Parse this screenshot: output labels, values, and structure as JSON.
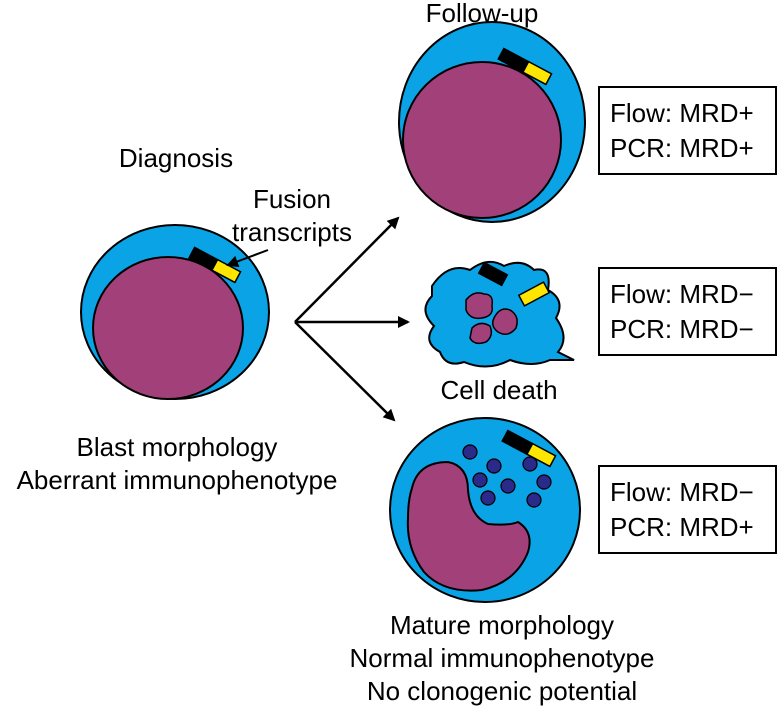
{
  "labels": {
    "follow_up": "Follow-up",
    "diagnosis": "Diagnosis",
    "fusion_line1": "Fusion",
    "fusion_line2": "transcripts",
    "diag_desc_line1": "Blast morphology",
    "diag_desc_line2": "Aberrant immunophenotype",
    "cell_death": "Cell death",
    "mature_line1": "Mature morphology",
    "mature_line2": "Normal immunophenotype",
    "mature_line3": "No clonogenic potential"
  },
  "results": [
    {
      "flow": "Flow: MRD+",
      "pcr": "PCR: MRD+"
    },
    {
      "flow": "Flow: MRD−",
      "pcr": "PCR: MRD−"
    },
    {
      "flow": "Flow: MRD−",
      "pcr": "PCR: MRD+"
    }
  ],
  "colors": {
    "cytoplasm": "#0aa3e6",
    "nucleus": "#a2407a",
    "granule": "#2a2a8a",
    "transcript_dark": "#000000",
    "transcript_light": "#ffe600"
  }
}
